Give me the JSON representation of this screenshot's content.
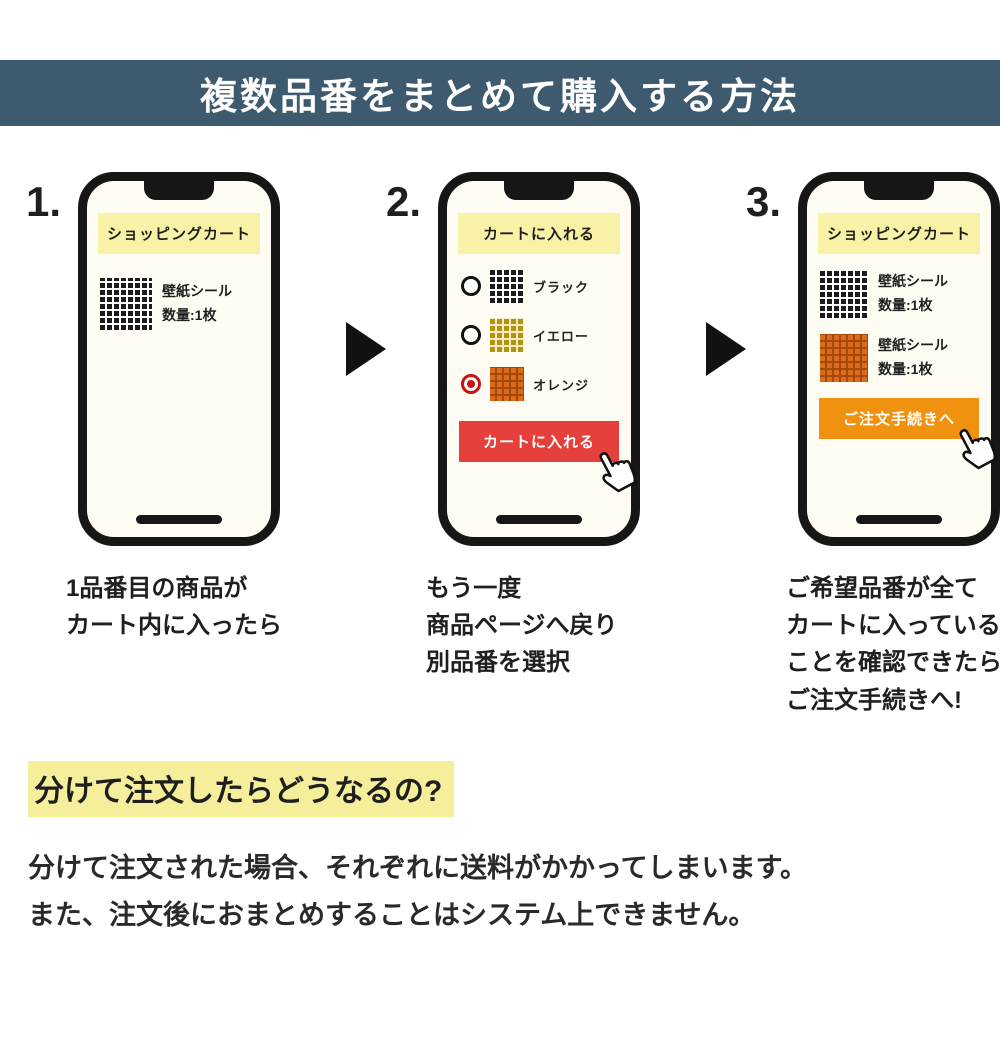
{
  "banner": {
    "title": "複数品番をまとめて購入する方法"
  },
  "steps": [
    {
      "number": "1.",
      "phone_header": "ショッピングカート",
      "items": [
        {
          "name": "壁紙シール",
          "qty": "数量:1枚",
          "swatch": "black"
        }
      ],
      "caption": "1品番目の商品が\nカート内に入ったら"
    },
    {
      "number": "2.",
      "phone_header": "カートに入れる",
      "options": [
        {
          "label": "ブラック",
          "swatch": "black",
          "selected": false
        },
        {
          "label": "イエロー",
          "swatch": "yellow",
          "selected": false
        },
        {
          "label": "オレンジ",
          "swatch": "orange",
          "selected": true
        }
      ],
      "button_label": "カートに入れる",
      "caption": "もう一度\n商品ページへ戻り\n別品番を選択"
    },
    {
      "number": "3.",
      "phone_header": "ショッピングカート",
      "items": [
        {
          "name": "壁紙シール",
          "qty": "数量:1枚",
          "swatch": "black"
        },
        {
          "name": "壁紙シール",
          "qty": "数量:1枚",
          "swatch": "orange"
        }
      ],
      "button_label": "ご注文手続きへ",
      "caption": "ご希望品番が全て\nカートに入っている\nことを確認できたら\nご注文手続きへ!"
    }
  ],
  "faq": {
    "heading": "分けて注文したらどうなるの?",
    "body": "分けて注文された場合、それぞれに送料がかかってしまいます。\nまた、注文後におまとめすることはシステム上できません。"
  },
  "colors": {
    "banner_bg": "#3d5a6e",
    "phone_header_bg": "#f7f2a5",
    "add_to_cart_button": "#e6403c",
    "checkout_button": "#f0920f",
    "selected_radio": "#cc1111",
    "highlight_yellow": "#f5ef9c",
    "swatch_black": "#1c1c1c",
    "swatch_yellow": "#b3940f",
    "swatch_orange": "#dd6b1c"
  }
}
